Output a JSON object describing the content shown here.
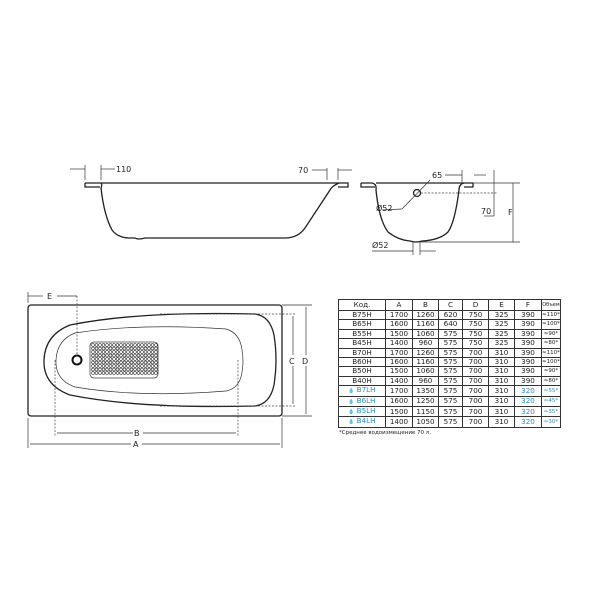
{
  "side_view": {
    "dim_left": "110",
    "dim_right": "70"
  },
  "end_view": {
    "dim_overflow_offset": "65",
    "dim_overflow_diameter": "Ø52",
    "dim_overflow_height": "70",
    "dim_drain_diameter": "Ø52",
    "dim_height": "F"
  },
  "top_view": {
    "dim_e": "E",
    "dim_a": "A",
    "dim_b": "B",
    "dim_c": "C",
    "dim_d": "D"
  },
  "table": {
    "headers": [
      "Код.",
      "A",
      "B",
      "C",
      "D",
      "E",
      "F",
      "Объем"
    ],
    "rows": [
      {
        "code": "B75H",
        "a": "1700",
        "b": "1260",
        "c": "620",
        "d": "750",
        "e": "325",
        "f": "390",
        "v": "≈110*",
        "water_icon": false
      },
      {
        "code": "B65H",
        "a": "1600",
        "b": "1160",
        "c": "640",
        "d": "750",
        "e": "325",
        "f": "390",
        "v": "≈100*",
        "water_icon": false
      },
      {
        "code": "B55H",
        "a": "1500",
        "b": "1060",
        "c": "575",
        "d": "750",
        "e": "325",
        "f": "390",
        "v": "≈90*",
        "water_icon": false
      },
      {
        "code": "B45H",
        "a": "1400",
        "b": "960",
        "c": "575",
        "d": "750",
        "e": "325",
        "f": "390",
        "v": "≈80*",
        "water_icon": false
      },
      {
        "code": "B70H",
        "a": "1700",
        "b": "1260",
        "c": "575",
        "d": "700",
        "e": "310",
        "f": "390",
        "v": "≈110*",
        "water_icon": false
      },
      {
        "code": "B60H",
        "a": "1600",
        "b": "1160",
        "c": "575",
        "d": "700",
        "e": "310",
        "f": "390",
        "v": "≈100*",
        "water_icon": false
      },
      {
        "code": "B50H",
        "a": "1500",
        "b": "1060",
        "c": "575",
        "d": "700",
        "e": "310",
        "f": "390",
        "v": "≈90*",
        "water_icon": false
      },
      {
        "code": "B40H",
        "a": "1400",
        "b": "960",
        "c": "575",
        "d": "700",
        "e": "310",
        "f": "390",
        "v": "≈80*",
        "water_icon": false
      },
      {
        "code": "B7LH",
        "a": "1700",
        "b": "1350",
        "c": "575",
        "d": "700",
        "e": "310",
        "f": "320",
        "v": "≈55*",
        "water_icon": true
      },
      {
        "code": "B6LH",
        "a": "1600",
        "b": "1250",
        "c": "575",
        "d": "700",
        "e": "310",
        "f": "320",
        "v": "≈45*",
        "water_icon": true
      },
      {
        "code": "B5LH",
        "a": "1500",
        "b": "1150",
        "c": "575",
        "d": "700",
        "e": "310",
        "f": "320",
        "v": "≈35*",
        "water_icon": true
      },
      {
        "code": "B4LH",
        "a": "1400",
        "b": "1050",
        "c": "575",
        "d": "700",
        "e": "310",
        "f": "320",
        "v": "≈30*",
        "water_icon": true
      }
    ],
    "footnote": "*Среднее водоизмещение 70 л.",
    "accent_color": "#2a8fc8"
  }
}
